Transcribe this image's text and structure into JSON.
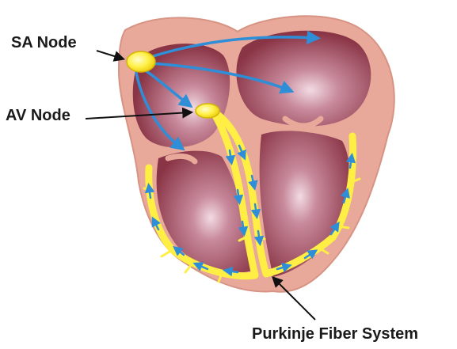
{
  "labels": {
    "sa_node": "SA Node",
    "av_node": "AV Node",
    "purkinje": "Purkinje Fiber System"
  },
  "colors": {
    "outer_wall": "#e8a89a",
    "chamber": "#8e3a4a",
    "chamber_highlight": "#f1d6e0",
    "node_fill": "#ffe600",
    "fiber": "#ffee44",
    "arrow_blue": "#2e8fd8",
    "label_text": "#1a1a1a"
  }
}
